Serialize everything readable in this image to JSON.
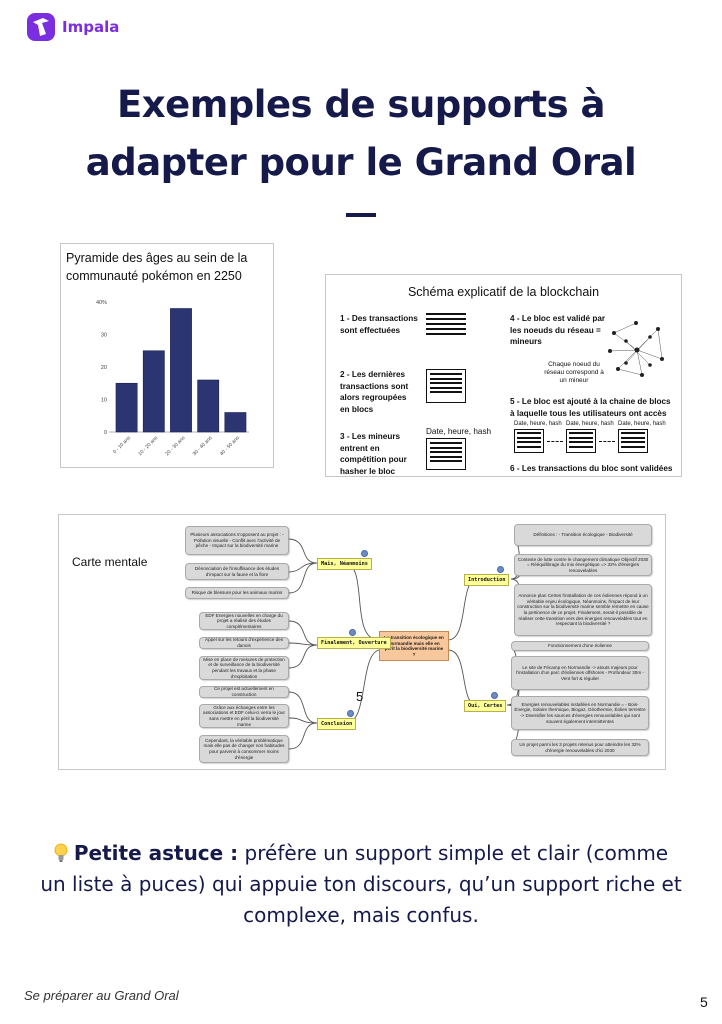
{
  "brand": {
    "name": "Impala",
    "color": "#7b2ee0",
    "icon": "impala-logo-icon"
  },
  "title": {
    "line1": "Exemples de supports à",
    "line2": "adapter pour le Grand Oral"
  },
  "chart_data": {
    "type": "bar",
    "title": "Pyramide des âges au sein de la communauté pokémon en 2250",
    "categories": [
      "0 - 10 ans",
      "10 - 20 ans",
      "20 - 30 ans",
      "30 - 40 ans",
      "40 - 50 ans"
    ],
    "values": [
      15,
      25,
      38,
      16,
      6
    ],
    "ylim": [
      0,
      40
    ],
    "yticks": [
      "0",
      "10",
      "20",
      "30",
      "40%"
    ],
    "xlabel": "",
    "ylabel": "",
    "bar_color": "#2b3572",
    "grid": false
  },
  "blockchain": {
    "title": "Schéma explicatif de la blockchain",
    "step1": "1 - Des transactions sont effectuées",
    "step2": "2 - Les dernières transactions sont alors regroupées en blocs",
    "step3": "3 - Les mineurs entrent en compétition pour hasher le bloc",
    "step3_label": "Date, heure, hash",
    "step4": "4 - Le bloc est validé par les noeuds du réseau = mineurs",
    "step4_note": "Chaque noeud du réseau correspond à un mineur",
    "step5": "5 - Le bloc est ajouté à la chaine de blocs à laquelle tous les utilisateurs ont accès",
    "chain_labels": [
      "Date, heure, hash",
      "Date, heure, hash",
      "Date, heure, hash"
    ],
    "step6": "6 - Les transactions du bloc sont validées"
  },
  "mindmap": {
    "label": "Carte mentale",
    "center": "La transition écologique en Normandie mais elle en périt la biodiversité marine ?",
    "number": "5",
    "branches": {
      "mais": "Mais, Néanmoins",
      "finalement": "Finalement, Ouverture",
      "conclusion": "Conclusion",
      "introduction": "Introduction",
      "oui": "Oui, Certes"
    },
    "left_nodes": [
      "Plusieurs associations s'opposent au projet : - Pollution visuelle - Conflit avec l'activité de pêche - Impact sur la biodiversité marine",
      "Dénonciation de l'insuffisance des études d'impact sur la faune et la flore",
      "Risque de blessure pour les animaux marins",
      "EDF Energies nouvelles en charge du projet a réalisé des études complémentaires",
      "Appel sur les retours d'expérience des danois",
      "Mise en place de mesures de protection et de surveillance de la biodiversité pendant les travaux et la phase d'exploitation",
      "Ce projet est actuellement en construction",
      "Grâce aux échanges entre les associations et EDF celui-ci verra le jour sans mettre en péril la biodiversité marine",
      "Cependant, la véritable problématique mais elle pas de changer nos habitudes pour parvenir à consommer moins d'énergie"
    ],
    "right_nodes": [
      "Définitions : - Transition écologique - Biodiversité",
      "Contexte de lutte contre le changement climatique Objectif 2030 = Rééquilibrage du mix énergétique => 32% d'énergies renouvelables",
      "Annonce plan Certes l'installation de ces éoliennes répond à un véritable enjeu écologique, Néanmoins, l'impact de leur construction sur la biodiversité marine semble remettre en cause la pertinence de ce projet. Finalement, serait-il possible de réaliser cette transition vers des énergies renouvelables tout en respectant la biodiversité ?",
      "Fonctionnement d'une éolienne",
      "Le site de Fécamp en Normandie -> atouts majeurs pour l'installation d'un parc d'éoliennes offshores - Profondeur 30m - Vent fort & régulier",
      "Energies renouvelables installées en Normandie = - Bois-Énergie, Solaire thermique, Biogaz, Géothermie, Éolien terrestre -> Diversifier les sources d'énergies renouvelables qui sont souvent également intermittentes",
      "Un projet parmi les 3 projets retenus pour atteindre les 32% d'énergie renouvelables d'ici 2030"
    ]
  },
  "tip": {
    "icon": "lightbulb-icon",
    "lead": "Petite astuce  :",
    "text": " préfère un support simple et clair (comme un liste à puces) qui appuie ton discours, qu’un support riche et complexe, mais confus."
  },
  "footer": {
    "text": "Se préparer au Grand Oral",
    "page": "5"
  }
}
